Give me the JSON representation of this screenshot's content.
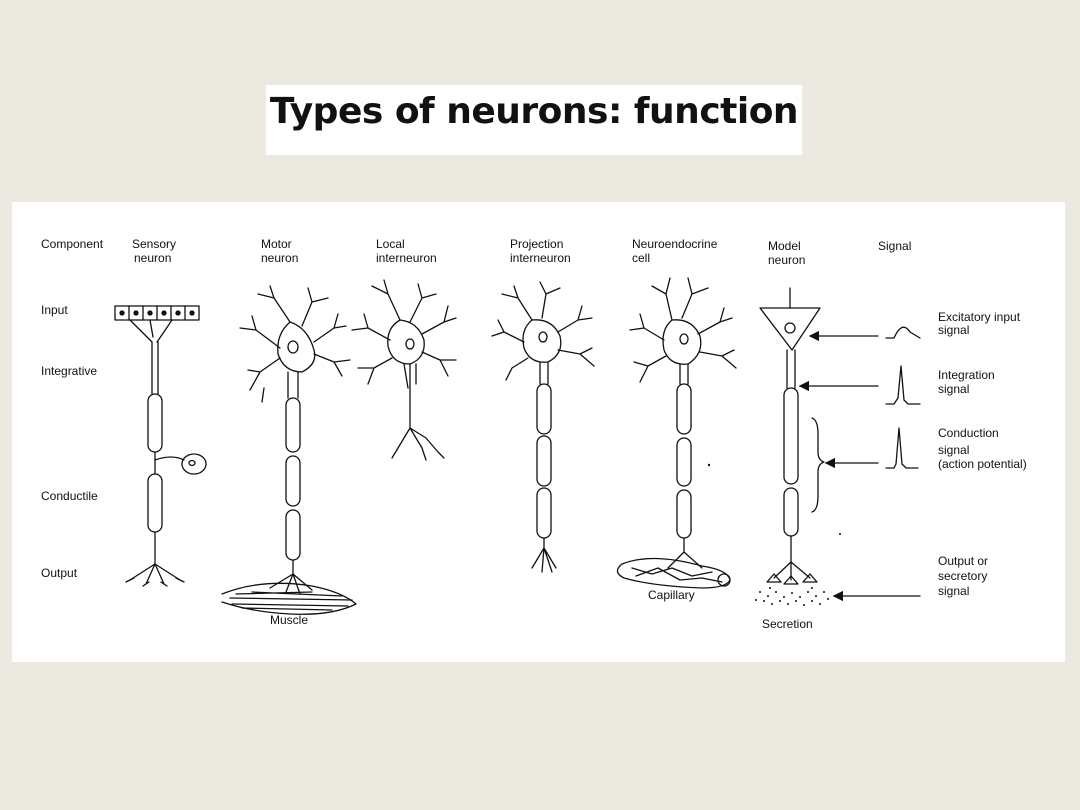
{
  "title": "Types of neurons:  function",
  "figure": {
    "header": {
      "component": "Component",
      "sensory": [
        "Sensory",
        "neuron"
      ],
      "motor": [
        "Motor",
        "neuron"
      ],
      "local": [
        "Local",
        "interneuron"
      ],
      "projection": [
        "Projection",
        "interneuron"
      ],
      "neuroendocrine": [
        "Neuroendocrine",
        "cell"
      ],
      "model": [
        "Model",
        "neuron"
      ],
      "signal": "Signal"
    },
    "rows": {
      "input": "Input",
      "integrative": "Integrative",
      "conductile": "Conductile",
      "output": "Output"
    },
    "signals": {
      "excitatory": [
        "Excitatory input",
        "signal"
      ],
      "integration": [
        "Integration",
        "signal"
      ],
      "conduction": [
        "Conduction",
        "signal",
        "(action potential)"
      ],
      "output": [
        "Output or",
        "secretory",
        "signal"
      ]
    },
    "targets": {
      "muscle": "Muscle",
      "capillary": "Capillary",
      "secretion": "Secretion"
    },
    "line_color": "#111111"
  }
}
